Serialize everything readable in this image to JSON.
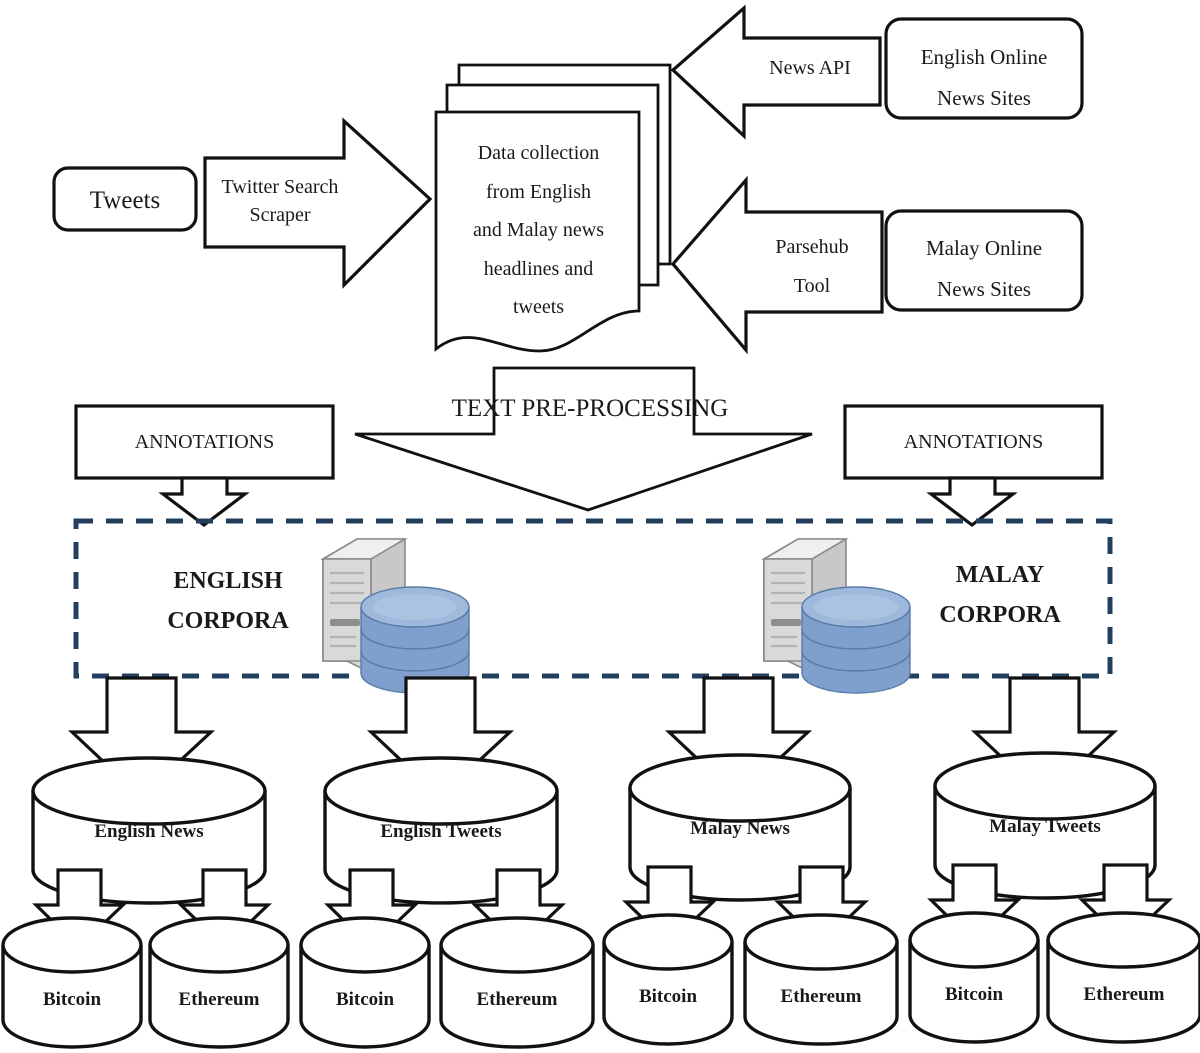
{
  "diagram": {
    "title": "Data collection and corpora construction flow",
    "colors": {
      "stroke": "#111111",
      "corpora_border": "#22405e",
      "text": "#1a1a1a",
      "server_grey": "#d9d9d9",
      "database_blue": "#7f9fcd"
    },
    "stage1": {
      "tweets_label": "Tweets",
      "twitter_scraper_label": "Twitter Search\nScraper",
      "doc_label": "Data collection\nfrom English\nand Malay news\nheadlines and\ntweets",
      "news_api_label": "News API",
      "parsehub_label": "Parsehub\nTool",
      "english_sites_label": "English Online\nNews Sites",
      "malay_sites_label": "Malay Online\nNews Sites"
    },
    "stage2": {
      "preprocessing_label": "TEXT PRE-PROCESSING",
      "annotations_left_label": "ANNOTATIONS",
      "annotations_right_label": "ANNOTATIONS"
    },
    "stage3": {
      "english_corpora_label": "ENGLISH\nCORPORA",
      "malay_corpora_label": "MALAY\nCORPORA",
      "server_icon_left": "server-database-icon",
      "server_icon_right": "server-database-icon"
    },
    "stage4": {
      "cylinders": [
        {
          "label": "English News"
        },
        {
          "label": "English Tweets"
        },
        {
          "label": "Malay News"
        },
        {
          "label": "Malay Tweets"
        }
      ]
    },
    "stage5": {
      "cylinders": [
        {
          "label": "Bitcoin"
        },
        {
          "label": "Ethereum"
        },
        {
          "label": "Bitcoin"
        },
        {
          "label": "Ethereum"
        },
        {
          "label": "Bitcoin"
        },
        {
          "label": "Ethereum"
        },
        {
          "label": "Bitcoin"
        },
        {
          "label": "Ethereum"
        }
      ]
    }
  }
}
